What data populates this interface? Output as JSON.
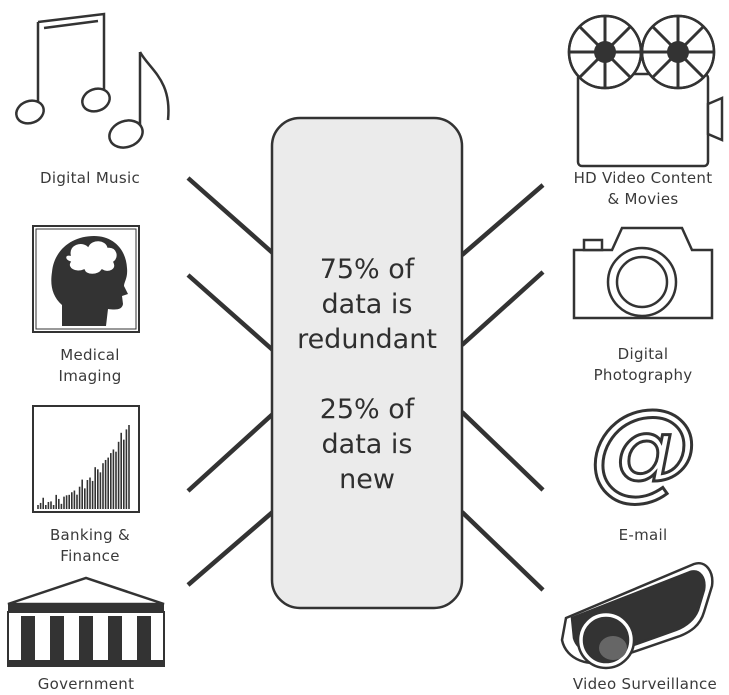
{
  "center": {
    "lines_top": [
      "75% of",
      "data is",
      "redundant"
    ],
    "lines_bottom": [
      "25% of",
      "data is",
      "new"
    ]
  },
  "left_items": [
    {
      "icon": "music-notes-icon",
      "lines": [
        "Digital Music"
      ]
    },
    {
      "icon": "head-brain-icon",
      "lines": [
        "Medical",
        "Imaging"
      ]
    },
    {
      "icon": "bar-chart-icon",
      "lines": [
        "Banking &",
        "Finance"
      ]
    },
    {
      "icon": "government-building-icon",
      "lines": [
        "Government"
      ]
    }
  ],
  "right_items": [
    {
      "icon": "film-projector-icon",
      "lines": [
        "HD Video Content",
        "& Movies"
      ]
    },
    {
      "icon": "camera-icon",
      "lines": [
        "Digital",
        "Photography"
      ]
    },
    {
      "icon": "at-sign-icon",
      "lines": [
        "E-mail"
      ]
    },
    {
      "icon": "security-camera-icon",
      "lines": [
        "Video Surveillance"
      ]
    }
  ],
  "colors": {
    "stroke": "#333333",
    "box_fill": "#ebebeb",
    "text": "#3a3a3a"
  }
}
